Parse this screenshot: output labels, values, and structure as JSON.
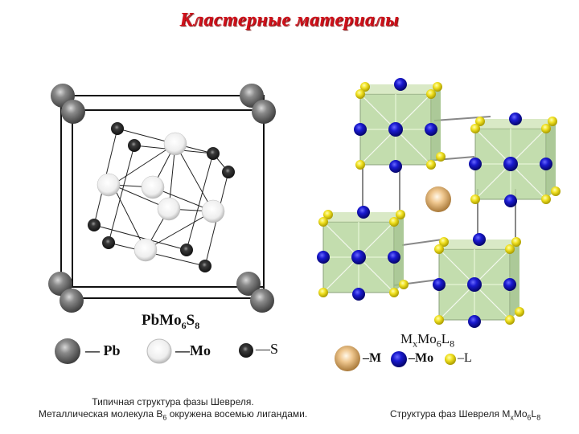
{
  "title": "Кластерные материалы",
  "left_figure": {
    "formula": {
      "base": "PbMo",
      "sub1": "6",
      "mid": "S",
      "sub2": "8"
    },
    "legend": [
      {
        "element": "Pb",
        "label": "— Pb",
        "color": "#6e6e6e"
      },
      {
        "element": "Mo",
        "label": "—Mo",
        "color": "#eeeeee"
      },
      {
        "element": "S",
        "label": "—S",
        "color": "#2a2a2a"
      }
    ],
    "caption_line1": "Типичная структура фазы Шевреля.",
    "caption_line2_pre": "Металлическая молекула B",
    "caption_line2_sub": "6",
    "caption_line2_post": " окружена восемью лигандами."
  },
  "right_figure": {
    "formula": {
      "base": "M",
      "sub1": "x",
      "mid": "Mo",
      "sub2": "6",
      "end": "L",
      "sub3": "8"
    },
    "legend": [
      {
        "element": "M",
        "label": "–M",
        "color": "#e8b878"
      },
      {
        "element": "Mo",
        "label": "–Mo",
        "color": "#1a1ad0"
      },
      {
        "element": "L",
        "label": "–L",
        "color": "#f0e020"
      }
    ],
    "caption_pre": "Структура фаз Шевреля M",
    "caption_sub1": "x",
    "caption_mid": "Mo",
    "caption_sub2": "6",
    "caption_end": "L",
    "caption_sub3": "8"
  },
  "colors": {
    "title": "#d0101a",
    "cube_face": "#b9d7a0",
    "mo_blue": "#1a1ad0",
    "ligand_yellow": "#f0e020"
  }
}
